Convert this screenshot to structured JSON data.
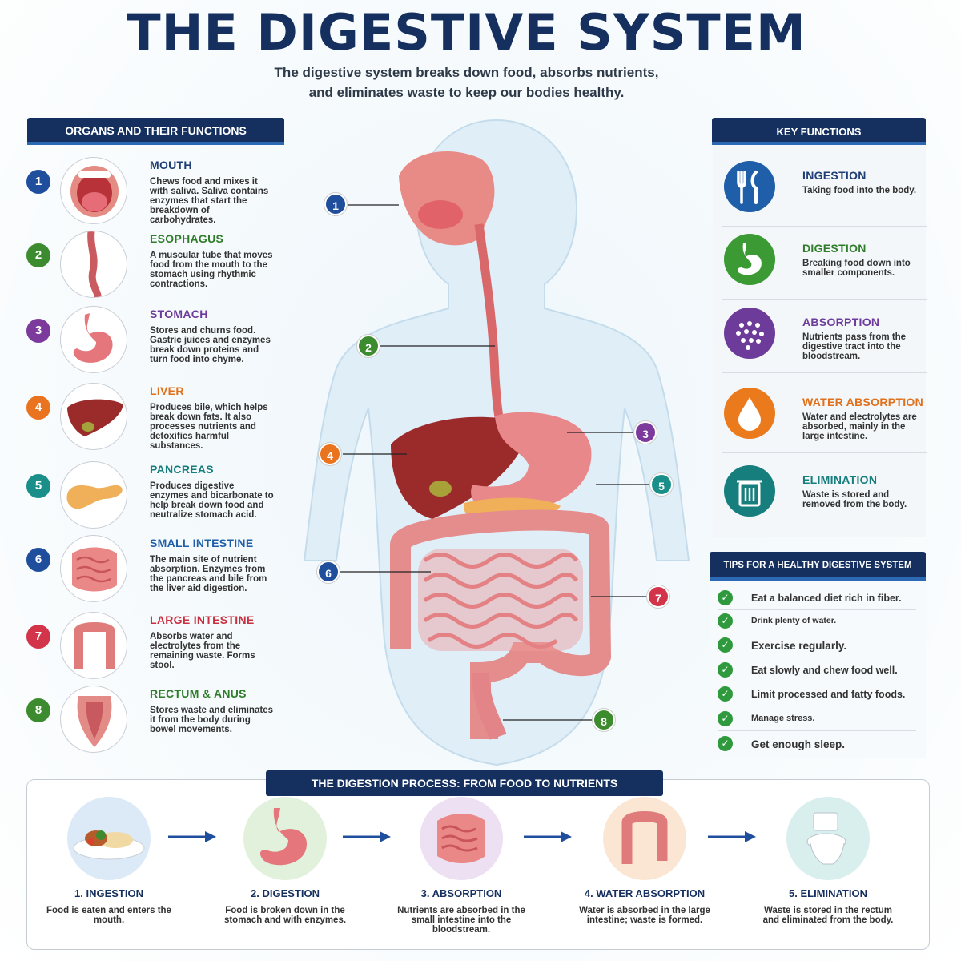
{
  "header": {
    "title": "THE DIGESTIVE SYSTEM",
    "subtitle_line1": "The digestive system breaks down food, absorbs nutrients,",
    "subtitle_line2": "and eliminates waste to keep our bodies healthy."
  },
  "organs": {
    "heading": "ORGANS AND THEIR FUNCTIONS",
    "items": [
      {
        "num": "1",
        "name": "MOUTH",
        "color": "#1f4e9c",
        "desc": "Chews food and mixes it with saliva. Saliva contains enzymes that start the breakdown of carbohydrates."
      },
      {
        "num": "2",
        "name": "ESOPHAGUS",
        "color": "#3c8b2e",
        "desc": "A muscular tube that moves food from the mouth to the stomach using rhythmic contractions."
      },
      {
        "num": "3",
        "name": "STOMACH",
        "color": "#7b3a9c",
        "desc": "Stores and churns food. Gastric juices and enzymes break down proteins and turn food into chyme."
      },
      {
        "num": "4",
        "name": "LIVER",
        "color": "#e9731e",
        "desc": "Produces bile, which helps break down fats. It also processes nutrients and detoxifies harmful substances."
      },
      {
        "num": "5",
        "name": "PANCREAS",
        "color": "#1a8f8a",
        "desc": "Produces digestive enzymes and bicarbonate to help break down food and neutralize stomach acid."
      },
      {
        "num": "6",
        "name": "SMALL INTESTINE",
        "color": "#1f4e9c",
        "desc": "The main site of nutrient absorption. Enzymes from the pancreas and bile from the liver aid digestion."
      },
      {
        "num": "7",
        "name": "LARGE INTESTINE",
        "color": "#d2344a",
        "desc": "Absorbs water and electrolytes from the remaining waste. Forms stool."
      },
      {
        "num": "8",
        "name": "RECTUM & ANUS",
        "color": "#3c8b2e",
        "desc": "Stores waste and eliminates it from the body during bowel movements."
      }
    ]
  },
  "key_functions": {
    "heading": "KEY FUNCTIONS",
    "items": [
      {
        "name": "INGESTION",
        "icon": "fork-knife-icon",
        "color": "#1f5ea8",
        "name_color": "#1f3e75",
        "desc": "Taking food into the body."
      },
      {
        "name": "DIGESTION",
        "icon": "stomach-icon",
        "color": "#3c9a35",
        "name_color": "#2f7d2a",
        "desc": "Breaking food down into smaller components."
      },
      {
        "name": "ABSORPTION",
        "icon": "dots-icon",
        "color": "#6d3b99",
        "name_color": "#6d3b99",
        "desc": "Nutrients pass from the digestive tract into the bloodstream."
      },
      {
        "name": "WATER ABSORPTION",
        "icon": "water-drop-icon",
        "color": "#ea7a1c",
        "name_color": "#e0701a",
        "desc": "Water and electrolytes are absorbed, mainly in the large intestine."
      },
      {
        "name": "ELIMINATION",
        "icon": "trash-icon",
        "color": "#167e7c",
        "name_color": "#167e7c",
        "desc": "Waste is stored and removed from the body."
      }
    ]
  },
  "tips": {
    "heading": "TIPS FOR A HEALTHY DIGESTIVE SYSTEM",
    "items": [
      "Eat a balanced diet rich in fiber.",
      "Drink plenty of water.",
      "Exercise regularly.",
      "Eat slowly and chew food well.",
      "Limit processed and fatty foods.",
      "Manage stress.",
      "Get enough sleep."
    ]
  },
  "process": {
    "heading": "THE DIGESTION PROCESS: FROM FOOD TO NUTRIENTS",
    "steps": [
      {
        "name": "1. INGESTION",
        "desc": "Food is eaten and enters the mouth.",
        "bg": "#dce9f6"
      },
      {
        "name": "2. DIGESTION",
        "desc": "Food is broken down in the stomach and with enzymes.",
        "bg": "#e1f1dc"
      },
      {
        "name": "3. ABSORPTION",
        "desc": "Nutrients are absorbed in the small intestine into the bloodstream.",
        "bg": "#ece0f2"
      },
      {
        "name": "4. WATER ABSORPTION",
        "desc": "Water is absorbed in the large intestine; waste is formed.",
        "bg": "#fbe6d3"
      },
      {
        "name": "5. ELIMINATION",
        "desc": "Waste is stored in the rectum and eliminated from the body.",
        "bg": "#d8efee"
      }
    ]
  },
  "diagram_markers": [
    "1",
    "2",
    "3",
    "4",
    "5",
    "6",
    "7",
    "8"
  ]
}
